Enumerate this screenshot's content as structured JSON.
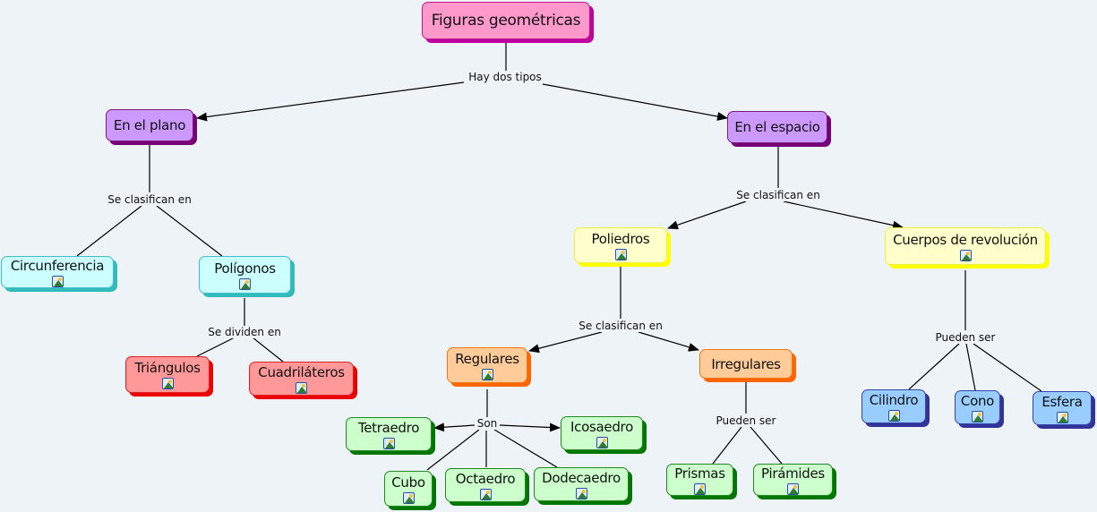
{
  "title": "Figuras geométricas",
  "nodes": {
    "root": {
      "label": "Figuras geométricas",
      "has_image": false
    },
    "plano": {
      "label": "En el plano",
      "has_image": false
    },
    "espacio": {
      "label": "En el espacio",
      "has_image": false
    },
    "circunferencia": {
      "label": "Circunferencia",
      "has_image": true
    },
    "poligonos": {
      "label": "Polígonos",
      "has_image": true
    },
    "triangulos": {
      "label": "Triángulos",
      "has_image": true
    },
    "cuadrilateros": {
      "label": "Cuadriláteros",
      "has_image": true
    },
    "poliedros": {
      "label": "Poliedros",
      "has_image": true
    },
    "revolucion": {
      "label": "Cuerpos de revolución",
      "has_image": true
    },
    "regulares": {
      "label": "Regulares",
      "has_image": true
    },
    "irregulares": {
      "label": "Irregulares",
      "has_image": false
    },
    "tetraedro": {
      "label": "Tetraedro",
      "has_image": true
    },
    "icosaedro": {
      "label": "Icosaedro",
      "has_image": true
    },
    "cubo": {
      "label": "Cubo",
      "has_image": true
    },
    "octaedro": {
      "label": "Octaedro",
      "has_image": true
    },
    "dodecaedro": {
      "label": "Dodecaedro",
      "has_image": true
    },
    "prismas": {
      "label": "Prismas",
      "has_image": true
    },
    "piramides": {
      "label": "Pirámides",
      "has_image": true
    },
    "cilindro": {
      "label": "Cilindro",
      "has_image": true
    },
    "cono": {
      "label": "Cono",
      "has_image": true
    },
    "esfera": {
      "label": "Esfera",
      "has_image": true
    }
  },
  "links": {
    "hay_dos_tipos": "Hay dos tipos",
    "plano_clasifican": "Se clasifican en",
    "espacio_clasifican": "Se clasifican en",
    "se_dividen": "Se dividen en",
    "poliedros_clasifican": "Se clasifican en",
    "son": "Son",
    "irregulares_pueden": "Pueden ser",
    "revolucion_pueden": "Pueden ser"
  },
  "colors": {
    "background": "#edf3f6",
    "root": "#ff99cc",
    "level1": "#cc99ff",
    "plane_shapes": "#ccffff",
    "polygon_types": "#ff9999",
    "solid_types": "#ffffcc",
    "polyhedron_types": "#ffcc99",
    "solids": "#ccffcc",
    "revolution_solids": "#99ccff"
  }
}
